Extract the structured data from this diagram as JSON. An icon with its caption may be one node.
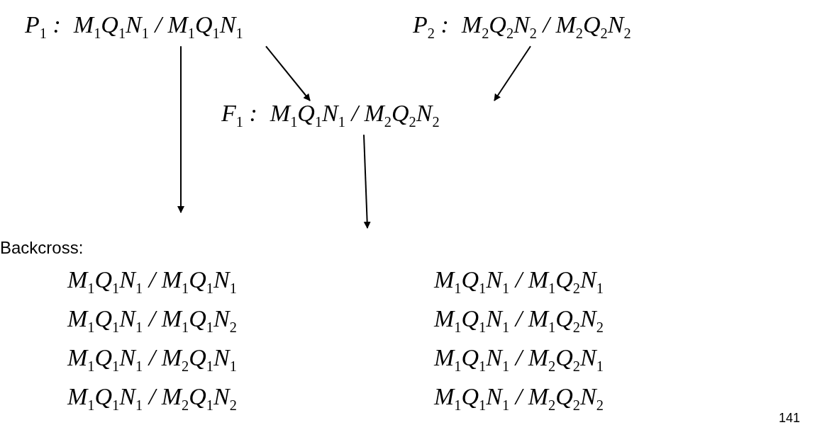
{
  "diagram": {
    "nodes": [
      {
        "text": [
          "P$_{1}$ :",
          "M$_{1}$Q$_{1}$N$_{1}$ / M$_{1}$Q$_{1}$N$_{1}$"
        ]
      },
      {
        "text": [
          "P$_{2}$ :",
          "M$_{2}$Q$_{2}$N$_{2}$ / M$_{2}$Q$_{2}$N$_{2}$"
        ]
      },
      {
        "text": [
          "F$_{1}$ :",
          "M$_{1}$Q$_{1}$N$_{1}$ / M$_{2}$Q$_{2}$N$_{2}$"
        ]
      }
    ],
    "edges": [
      {
        "from": 0,
        "to": 2,
        "arrow": "to"
      },
      {
        "from": 1,
        "to": 2,
        "arrow": "to"
      },
      {
        "from": 0,
        "to": null,
        "arrow": "to"
      },
      {
        "from": 2,
        "to": null,
        "arrow": "to"
      }
    ],
    "labels": [
      "Backcross:",
      "M$_{1}$Q$_{1}$N$_{1}$ / M$_{1}$Q$_{1}$N$_{1}$",
      "M$_{1}$Q$_{1}$N$_{1}$ / M$_{1}$Q$_{2}$N$_{1}$",
      "M$_{1}$Q$_{1}$N$_{1}$ / M$_{1}$Q$_{1}$N$_{2}$",
      "M$_{1}$Q$_{1}$N$_{1}$ / M$_{1}$Q$_{2}$N$_{2}$",
      "M$_{1}$Q$_{1}$N$_{1}$ / M$_{2}$Q$_{1}$N$_{1}$",
      "M$_{1}$Q$_{1}$N$_{1}$ / M$_{2}$Q$_{2}$N$_{1}$",
      "M$_{1}$Q$_{1}$N$_{1}$ / M$_{2}$Q$_{1}$N$_{2}$",
      "M$_{1}$Q$_{1}$N$_{1}$ / M$_{2}$Q$_{2}$N$_{2}$",
      "141"
    ]
  }
}
